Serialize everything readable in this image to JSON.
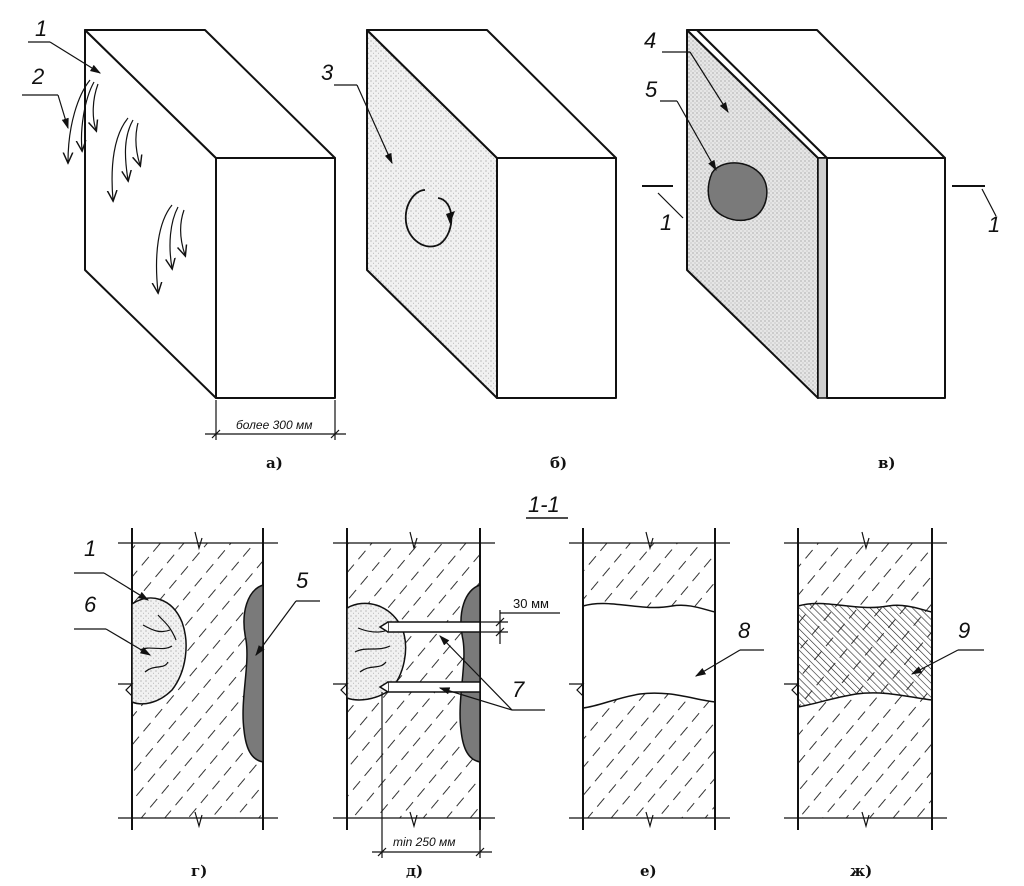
{
  "top": {
    "labels": {
      "n1": "1",
      "n2": "2",
      "n3": "3",
      "n4": "4",
      "n5": "5",
      "cut_left": "1",
      "cut_right": "1"
    },
    "dimension_a": "более 300 мм",
    "captions": {
      "a": "а)",
      "b": "б)",
      "v": "в)"
    }
  },
  "section_title": "1-1",
  "bottom": {
    "labels": {
      "n1": "1",
      "n5": "5",
      "n6": "6",
      "n7": "7",
      "n8": "8",
      "n9": "9"
    },
    "dimension_30": "30 мм",
    "dimension_250": "min 250 мм",
    "captions": {
      "g": "г)",
      "d": "д)",
      "e": "е)",
      "zh": "ж)"
    }
  },
  "colors": {
    "line": "#111111",
    "fill_dark": "#7a7a7a",
    "fill_light": "#e9e9e9",
    "background": "#ffffff"
  }
}
